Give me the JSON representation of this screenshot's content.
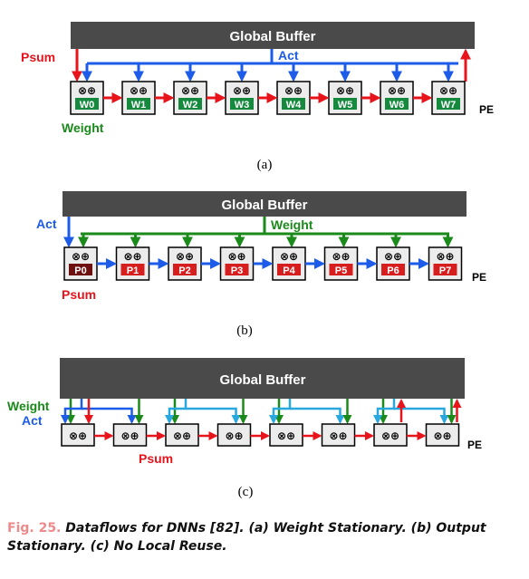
{
  "colors": {
    "buffer": "#4a4a4a",
    "red": "#e8141c",
    "blue": "#1c5ce8",
    "green": "#1a8a1a",
    "lightblue": "#29a8e0",
    "weightCell": "#158a3e",
    "psumDark": "#6e1010",
    "psumRed": "#d61e1e"
  },
  "panels": [
    {
      "label": "(a)",
      "buffer": "Global Buffer",
      "pe_label": "PE",
      "left_label": "Psum",
      "bus_label": "Act",
      "bottom_label": "Weight",
      "symbol": "⊗⊕",
      "cells": [
        "W0",
        "W1",
        "W2",
        "W3",
        "W4",
        "W5",
        "W6",
        "W7"
      ]
    },
    {
      "label": "(b)",
      "buffer": "Global Buffer",
      "pe_label": "PE",
      "left_label": "Act",
      "bus_label": "Weight",
      "bottom_label": "Psum",
      "symbol": "⊗⊕",
      "cells": [
        "P0",
        "P1",
        "P2",
        "P3",
        "P4",
        "P5",
        "P6",
        "P7"
      ]
    },
    {
      "label": "(c)",
      "buffer": "Global Buffer",
      "pe_label": "PE",
      "left_label_1": "Weight",
      "left_label_2": "Act",
      "bottom_label": "Psum",
      "symbol": "⊗⊕"
    }
  ],
  "caption": {
    "figure_number": "Fig. 25.",
    "text": "Dataflows for DNNs [82]. (a) Weight Stationary. (b) Output Stationary. (c) No Local Reuse."
  }
}
